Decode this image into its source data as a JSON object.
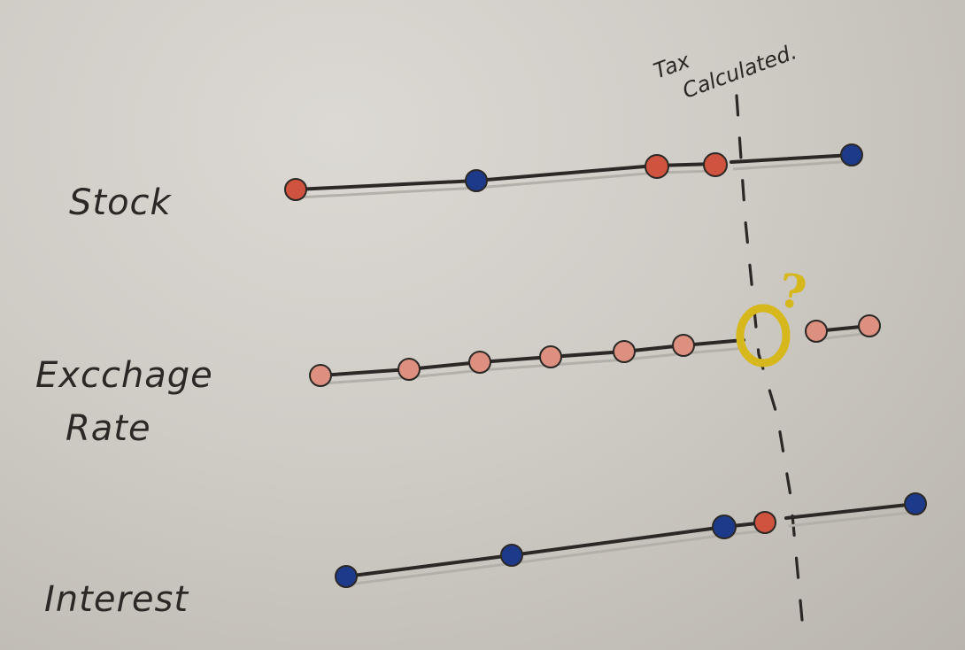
{
  "labels": {
    "stock": "Stock",
    "exchange_line1": "Excchage",
    "exchange_line2": "Rate",
    "interest": "Interest",
    "tax_line1": "Tax",
    "tax_line2": "Calculated.",
    "question": "?"
  },
  "colors": {
    "ink": "#2b2826",
    "red_dot": "#d0533f",
    "pink_dot": "#dd8f80",
    "blue_dot": "#1d3a8a",
    "highlight": "#d6b81c"
  },
  "timelines": [
    {
      "name": "stock",
      "dots": [
        "red",
        "blue",
        "red",
        "red",
        "blue"
      ]
    },
    {
      "name": "exchange-rate",
      "dots": [
        "pink",
        "pink",
        "pink",
        "pink",
        "pink",
        "pink",
        "missing",
        "pink",
        "pink"
      ]
    },
    {
      "name": "interest",
      "dots": [
        "blue",
        "blue",
        "blue",
        "red",
        "blue"
      ]
    }
  ]
}
